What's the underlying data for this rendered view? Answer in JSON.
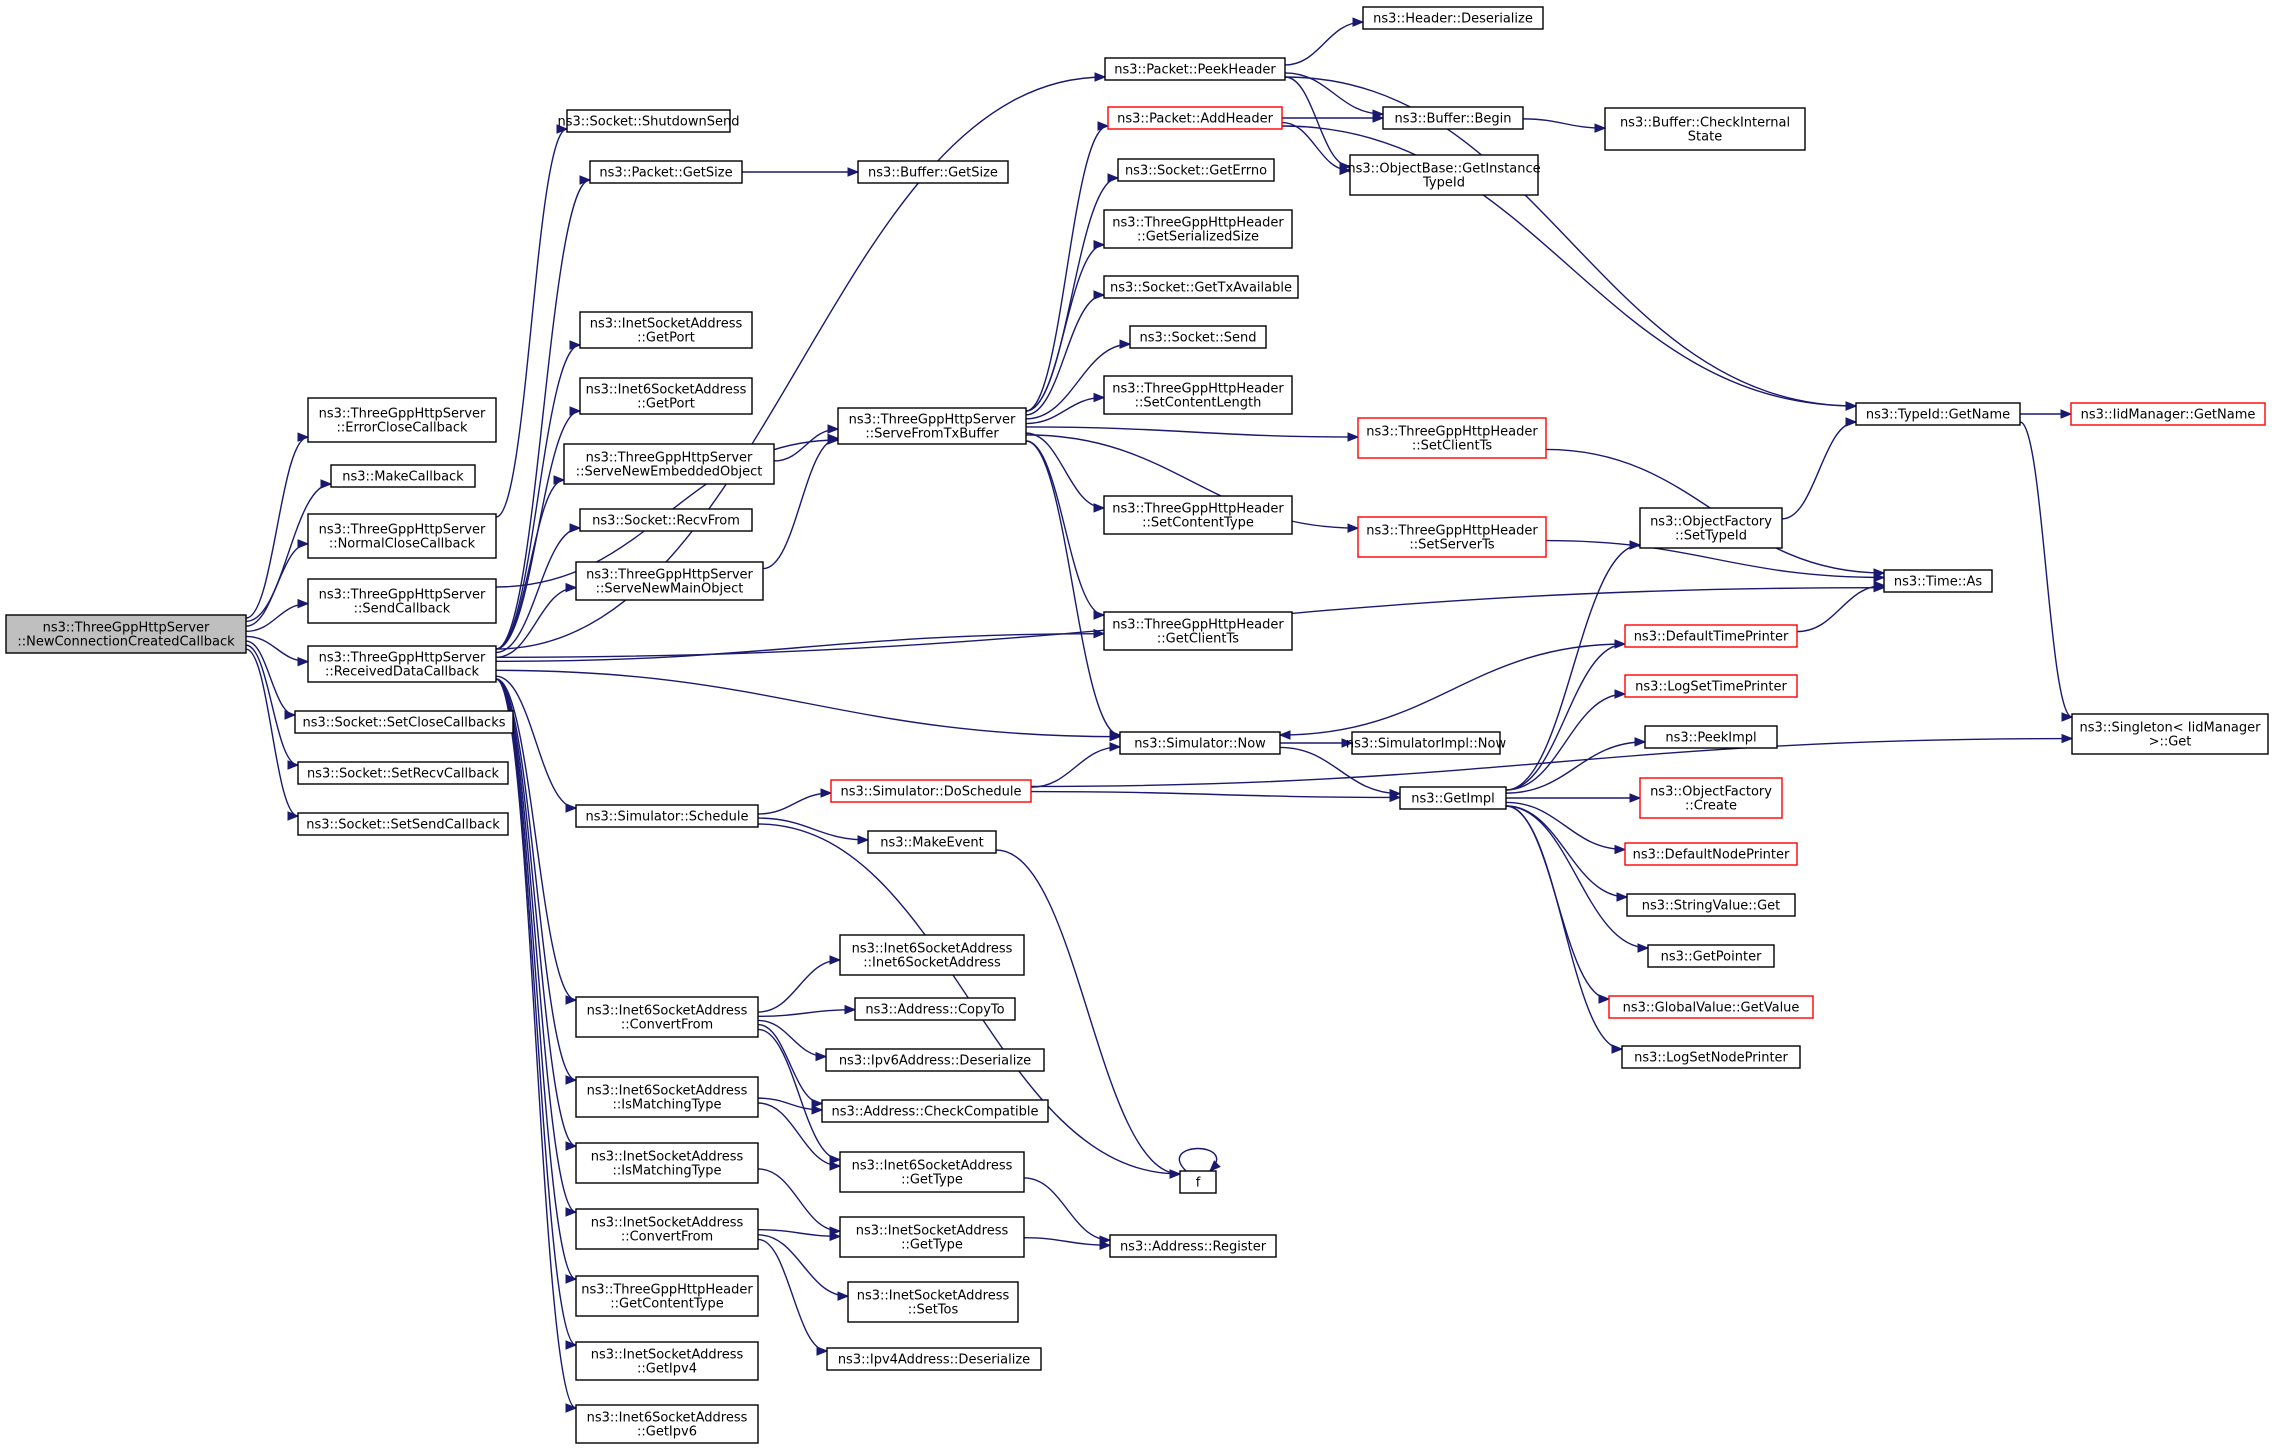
{
  "colors": {
    "edge": "#191970",
    "truncated_border": "#ff0000",
    "root_fill": "#bfbfbf",
    "node_border": "#000000"
  },
  "nodes": [
    {
      "id": "root",
      "lines": [
        "ns3::ThreeGppHttpServer",
        "::NewConnectionCreatedCallback"
      ],
      "root": true
    },
    {
      "id": "errorClose",
      "lines": [
        "ns3::ThreeGppHttpServer",
        "::ErrorCloseCallback"
      ]
    },
    {
      "id": "makeCallback",
      "lines": [
        "ns3::MakeCallback"
      ]
    },
    {
      "id": "normalClose",
      "lines": [
        "ns3::ThreeGppHttpServer",
        "::NormalCloseCallback"
      ]
    },
    {
      "id": "sendCallback",
      "lines": [
        "ns3::ThreeGppHttpServer",
        "::SendCallback"
      ]
    },
    {
      "id": "receivedData",
      "lines": [
        "ns3::ThreeGppHttpServer",
        "::ReceivedDataCallback"
      ]
    },
    {
      "id": "setCloseCallbacks",
      "lines": [
        "ns3::Socket::SetCloseCallbacks"
      ]
    },
    {
      "id": "setRecvCallback",
      "lines": [
        "ns3::Socket::SetRecvCallback"
      ]
    },
    {
      "id": "setSendCallback",
      "lines": [
        "ns3::Socket::SetSendCallback"
      ]
    },
    {
      "id": "shutdownSend",
      "lines": [
        "ns3::Socket::ShutdownSend"
      ]
    },
    {
      "id": "packetGetSize",
      "lines": [
        "ns3::Packet::GetSize"
      ]
    },
    {
      "id": "bufferGetSize",
      "lines": [
        "ns3::Buffer::GetSize"
      ]
    },
    {
      "id": "inetGetPort",
      "lines": [
        "ns3::InetSocketAddress",
        "::GetPort"
      ]
    },
    {
      "id": "inet6GetPort",
      "lines": [
        "ns3::Inet6SocketAddress",
        "::GetPort"
      ]
    },
    {
      "id": "serveNewEmbedded",
      "lines": [
        "ns3::ThreeGppHttpServer",
        "::ServeNewEmbeddedObject"
      ]
    },
    {
      "id": "recvFrom",
      "lines": [
        "ns3::Socket::RecvFrom"
      ]
    },
    {
      "id": "serveNewMain",
      "lines": [
        "ns3::ThreeGppHttpServer",
        "::ServeNewMainObject"
      ]
    },
    {
      "id": "serveFromTx",
      "lines": [
        "ns3::ThreeGppHttpServer",
        "::ServeFromTxBuffer"
      ]
    },
    {
      "id": "simSchedule",
      "lines": [
        "ns3::Simulator::Schedule"
      ]
    },
    {
      "id": "inet6ConvertFrom",
      "lines": [
        "ns3::Inet6SocketAddress",
        "::ConvertFrom"
      ]
    },
    {
      "id": "inet6IsMatching",
      "lines": [
        "ns3::Inet6SocketAddress",
        "::IsMatchingType"
      ]
    },
    {
      "id": "inetIsMatching",
      "lines": [
        "ns3::InetSocketAddress",
        "::IsMatchingType"
      ]
    },
    {
      "id": "inetConvertFrom",
      "lines": [
        "ns3::InetSocketAddress",
        "::ConvertFrom"
      ]
    },
    {
      "id": "hdrGetContentType",
      "lines": [
        "ns3::ThreeGppHttpHeader",
        "::GetContentType"
      ]
    },
    {
      "id": "inetGetIpv4",
      "lines": [
        "ns3::InetSocketAddress",
        "::GetIpv4"
      ]
    },
    {
      "id": "inet6GetIpv6",
      "lines": [
        "ns3::Inet6SocketAddress",
        "::GetIpv6"
      ]
    },
    {
      "id": "peekHeader",
      "lines": [
        "ns3::Packet::PeekHeader"
      ]
    },
    {
      "id": "addHeader",
      "lines": [
        "ns3::Packet::AddHeader"
      ],
      "truncated": true
    },
    {
      "id": "getErrno",
      "lines": [
        "ns3::Socket::GetErrno"
      ]
    },
    {
      "id": "hdrGetSerializedSize",
      "lines": [
        "ns3::ThreeGppHttpHeader",
        "::GetSerializedSize"
      ]
    },
    {
      "id": "getTxAvailable",
      "lines": [
        "ns3::Socket::GetTxAvailable"
      ]
    },
    {
      "id": "socketSend",
      "lines": [
        "ns3::Socket::Send"
      ]
    },
    {
      "id": "hdrSetContentLength",
      "lines": [
        "ns3::ThreeGppHttpHeader",
        "::SetContentLength"
      ]
    },
    {
      "id": "hdrSetContentType",
      "lines": [
        "ns3::ThreeGppHttpHeader",
        "::SetContentType"
      ]
    },
    {
      "id": "hdrGetClientTs",
      "lines": [
        "ns3::ThreeGppHttpHeader",
        "::GetClientTs"
      ]
    },
    {
      "id": "hdrSetClientTs",
      "lines": [
        "ns3::ThreeGppHttpHeader",
        "::SetClientTs"
      ],
      "truncated": true
    },
    {
      "id": "hdrSetServerTs",
      "lines": [
        "ns3::ThreeGppHttpHeader",
        "::SetServerTs"
      ],
      "truncated": true
    },
    {
      "id": "simNow",
      "lines": [
        "ns3::Simulator::Now"
      ]
    },
    {
      "id": "simDoSchedule",
      "lines": [
        "ns3::Simulator::DoSchedule"
      ],
      "truncated": true
    },
    {
      "id": "makeEvent",
      "lines": [
        "ns3::MakeEvent"
      ]
    },
    {
      "id": "inet6Ctor",
      "lines": [
        "ns3::Inet6SocketAddress",
        "::Inet6SocketAddress"
      ]
    },
    {
      "id": "addrCopyTo",
      "lines": [
        "ns3::Address::CopyTo"
      ]
    },
    {
      "id": "ipv6Deserialize",
      "lines": [
        "ns3::Ipv6Address::Deserialize"
      ]
    },
    {
      "id": "addrCheckCompatible",
      "lines": [
        "ns3::Address::CheckCompatible"
      ]
    },
    {
      "id": "inet6GetType",
      "lines": [
        "ns3::Inet6SocketAddress",
        "::GetType"
      ]
    },
    {
      "id": "inetGetType",
      "lines": [
        "ns3::InetSocketAddress",
        "::GetType"
      ]
    },
    {
      "id": "inetSetTos",
      "lines": [
        "ns3::InetSocketAddress",
        "::SetTos"
      ]
    },
    {
      "id": "ipv4Deserialize",
      "lines": [
        "ns3::Ipv4Address::Deserialize"
      ]
    },
    {
      "id": "headerDeserialize",
      "lines": [
        "ns3::Header::Deserialize"
      ]
    },
    {
      "id": "bufferBegin",
      "lines": [
        "ns3::Buffer::Begin"
      ]
    },
    {
      "id": "bufferCheckInternal",
      "lines": [
        "ns3::Buffer::CheckInternal",
        "State"
      ]
    },
    {
      "id": "objGetInstanceTypeId",
      "lines": [
        "ns3::ObjectBase::GetInstance",
        "TypeId"
      ]
    },
    {
      "id": "typeIdGetName",
      "lines": [
        "ns3::TypeId::GetName"
      ]
    },
    {
      "id": "iidGetName",
      "lines": [
        "ns3::IidManager::GetName"
      ],
      "truncated": true
    },
    {
      "id": "objFactorySetTypeId",
      "lines": [
        "ns3::ObjectFactory",
        "::SetTypeId"
      ]
    },
    {
      "id": "timeAs",
      "lines": [
        "ns3::Time::As"
      ]
    },
    {
      "id": "defaultTimePrinter",
      "lines": [
        "ns3::DefaultTimePrinter"
      ],
      "truncated": true
    },
    {
      "id": "logSetTimePrinter",
      "lines": [
        "ns3::LogSetTimePrinter"
      ],
      "truncated": true
    },
    {
      "id": "peekImpl",
      "lines": [
        "ns3::PeekImpl"
      ]
    },
    {
      "id": "simImplNow",
      "lines": [
        "ns3::SimulatorImpl::Now"
      ]
    },
    {
      "id": "getImpl",
      "lines": [
        "ns3::GetImpl"
      ]
    },
    {
      "id": "objFactoryCreate",
      "lines": [
        "ns3::ObjectFactory",
        "::Create"
      ],
      "truncated": true
    },
    {
      "id": "defaultNodePrinter",
      "lines": [
        "ns3::DefaultNodePrinter"
      ],
      "truncated": true
    },
    {
      "id": "stringValueGet",
      "lines": [
        "ns3::StringValue::Get"
      ]
    },
    {
      "id": "getPointer",
      "lines": [
        "ns3::GetPointer"
      ]
    },
    {
      "id": "globalValueGetValue",
      "lines": [
        "ns3::GlobalValue::GetValue"
      ],
      "truncated": true
    },
    {
      "id": "logSetNodePrinter",
      "lines": [
        "ns3::LogSetNodePrinter"
      ]
    },
    {
      "id": "f",
      "lines": [
        "f"
      ]
    },
    {
      "id": "addrRegister",
      "lines": [
        "ns3::Address::Register"
      ]
    },
    {
      "id": "singletonGet",
      "lines": [
        "ns3::Singleton< IidManager",
        " >::Get"
      ]
    }
  ],
  "edges": [
    [
      "root",
      "errorClose"
    ],
    [
      "root",
      "makeCallback"
    ],
    [
      "root",
      "normalClose"
    ],
    [
      "root",
      "sendCallback"
    ],
    [
      "root",
      "receivedData"
    ],
    [
      "root",
      "setCloseCallbacks"
    ],
    [
      "root",
      "setRecvCallback"
    ],
    [
      "root",
      "setSendCallback"
    ],
    [
      "normalClose",
      "shutdownSend"
    ],
    [
      "sendCallback",
      "serveFromTx"
    ],
    [
      "receivedData",
      "packetGetSize"
    ],
    [
      "receivedData",
      "peekHeader"
    ],
    [
      "receivedData",
      "inetGetPort"
    ],
    [
      "receivedData",
      "inet6GetPort"
    ],
    [
      "receivedData",
      "serveNewEmbedded"
    ],
    [
      "receivedData",
      "recvFrom"
    ],
    [
      "receivedData",
      "serveNewMain"
    ],
    [
      "receivedData",
      "hdrGetClientTs"
    ],
    [
      "receivedData",
      "timeAs"
    ],
    [
      "receivedData",
      "simNow"
    ],
    [
      "receivedData",
      "simSchedule"
    ],
    [
      "receivedData",
      "inet6ConvertFrom"
    ],
    [
      "receivedData",
      "inet6IsMatching"
    ],
    [
      "receivedData",
      "inetIsMatching"
    ],
    [
      "receivedData",
      "inetConvertFrom"
    ],
    [
      "receivedData",
      "hdrGetContentType"
    ],
    [
      "receivedData",
      "inetGetIpv4"
    ],
    [
      "receivedData",
      "inet6GetIpv6"
    ],
    [
      "packetGetSize",
      "bufferGetSize"
    ],
    [
      "serveNewEmbedded",
      "serveFromTx"
    ],
    [
      "serveNewMain",
      "serveFromTx"
    ],
    [
      "serveFromTx",
      "addHeader"
    ],
    [
      "serveFromTx",
      "getErrno"
    ],
    [
      "serveFromTx",
      "hdrGetSerializedSize"
    ],
    [
      "serveFromTx",
      "getTxAvailable"
    ],
    [
      "serveFromTx",
      "socketSend"
    ],
    [
      "serveFromTx",
      "hdrSetContentLength"
    ],
    [
      "serveFromTx",
      "hdrSetClientTs"
    ],
    [
      "serveFromTx",
      "hdrSetContentType"
    ],
    [
      "serveFromTx",
      "hdrSetServerTs"
    ],
    [
      "serveFromTx",
      "hdrGetClientTs"
    ],
    [
      "serveFromTx",
      "simNow"
    ],
    [
      "simSchedule",
      "simDoSchedule"
    ],
    [
      "simSchedule",
      "makeEvent"
    ],
    [
      "simSchedule",
      "f"
    ],
    [
      "simDoSchedule",
      "simNow"
    ],
    [
      "simDoSchedule",
      "getImpl"
    ],
    [
      "simDoSchedule",
      "singletonGet"
    ],
    [
      "makeEvent",
      "f"
    ],
    [
      "f",
      "f"
    ],
    [
      "inet6ConvertFrom",
      "inet6Ctor"
    ],
    [
      "inet6ConvertFrom",
      "addrCopyTo"
    ],
    [
      "inet6ConvertFrom",
      "ipv6Deserialize"
    ],
    [
      "inet6ConvertFrom",
      "addrCheckCompatible"
    ],
    [
      "inet6ConvertFrom",
      "inet6GetType"
    ],
    [
      "inet6IsMatching",
      "addrCheckCompatible"
    ],
    [
      "inet6IsMatching",
      "inet6GetType"
    ],
    [
      "inetIsMatching",
      "inetGetType"
    ],
    [
      "inetConvertFrom",
      "inetGetType"
    ],
    [
      "inetConvertFrom",
      "inetSetTos"
    ],
    [
      "inetConvertFrom",
      "ipv4Deserialize"
    ],
    [
      "inet6GetType",
      "addrRegister"
    ],
    [
      "inetGetType",
      "addrRegister"
    ],
    [
      "peekHeader",
      "headerDeserialize"
    ],
    [
      "peekHeader",
      "bufferBegin"
    ],
    [
      "peekHeader",
      "objGetInstanceTypeId"
    ],
    [
      "peekHeader",
      "typeIdGetName"
    ],
    [
      "addHeader",
      "bufferBegin"
    ],
    [
      "addHeader",
      "objGetInstanceTypeId"
    ],
    [
      "addHeader",
      "typeIdGetName"
    ],
    [
      "bufferBegin",
      "bufferCheckInternal"
    ],
    [
      "typeIdGetName",
      "iidGetName"
    ],
    [
      "typeIdGetName",
      "singletonGet"
    ],
    [
      "objFactorySetTypeId",
      "typeIdGetName"
    ],
    [
      "hdrSetClientTs",
      "timeAs"
    ],
    [
      "hdrSetServerTs",
      "timeAs"
    ],
    [
      "defaultTimePrinter",
      "timeAs"
    ],
    [
      "defaultTimePrinter",
      "simNow"
    ],
    [
      "simNow",
      "simImplNow"
    ],
    [
      "simNow",
      "getImpl"
    ],
    [
      "getImpl",
      "objFactorySetTypeId"
    ],
    [
      "getImpl",
      "defaultTimePrinter"
    ],
    [
      "getImpl",
      "logSetTimePrinter"
    ],
    [
      "getImpl",
      "peekImpl"
    ],
    [
      "getImpl",
      "objFactoryCreate"
    ],
    [
      "getImpl",
      "defaultNodePrinter"
    ],
    [
      "getImpl",
      "stringValueGet"
    ],
    [
      "getImpl",
      "getPointer"
    ],
    [
      "getImpl",
      "globalValueGetValue"
    ],
    [
      "getImpl",
      "logSetNodePrinter"
    ]
  ]
}
